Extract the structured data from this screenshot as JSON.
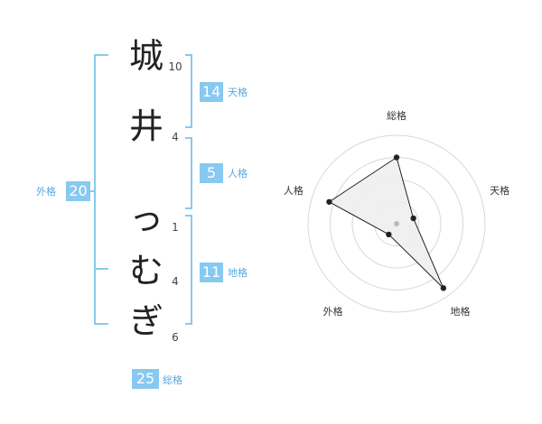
{
  "name_chars": [
    {
      "char": "城",
      "strokes": "10"
    },
    {
      "char": "井",
      "strokes": "4"
    },
    {
      "char": "っ",
      "strokes": "1"
    },
    {
      "char": "む",
      "strokes": "4"
    },
    {
      "char": "ぎ",
      "strokes": "6"
    }
  ],
  "kakusu": {
    "tenkaku": {
      "value": "14",
      "label": "天格"
    },
    "jinkaku": {
      "value": "5",
      "label": "人格"
    },
    "chikaku": {
      "value": "11",
      "label": "地格"
    },
    "gaikaku": {
      "value": "20",
      "label": "外格"
    },
    "soukaku": {
      "value": "25",
      "label": "総格"
    }
  },
  "colors": {
    "accent": "#87c9f0",
    "label": "#57a9e0"
  },
  "chart_data": {
    "type": "radar",
    "axes": [
      "総格",
      "天格",
      "地格",
      "外格",
      "人格"
    ],
    "values": [
      0.75,
      0.2,
      0.9,
      0.15,
      0.8
    ],
    "rings": 4,
    "range": [
      0,
      1
    ]
  }
}
